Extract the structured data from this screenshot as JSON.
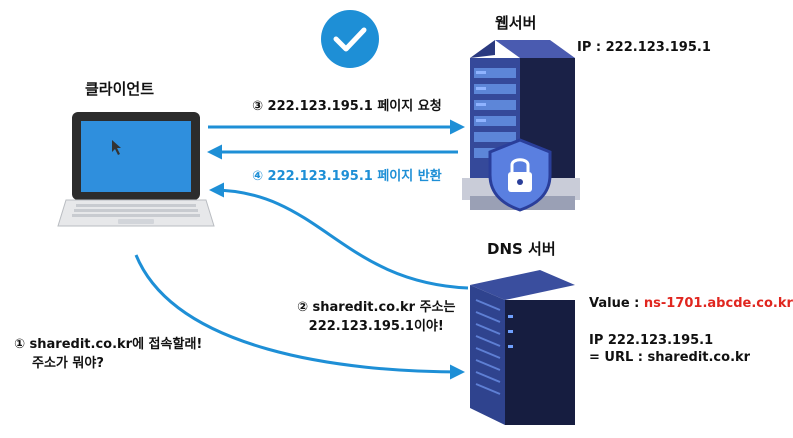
{
  "client": {
    "title": "클라이언트"
  },
  "web_server": {
    "title": "웹서버",
    "ip": "IP : 222.123.195.1"
  },
  "dns_server": {
    "title": "DNS 서버",
    "value_label": "Value : ",
    "value": "ns-1701.abcde.co.kr",
    "ip_line": "IP 222.123.195.1",
    "url_line": "= URL : sharedit.co.kr"
  },
  "steps": {
    "step1_line1": "① sharedit.co.kr에 접속할래!",
    "step1_line2": "주소가 뭐야?",
    "step2_line1": "② sharedit.co.kr 주소는",
    "step2_line2": "222.123.195.1이야!",
    "step3": "③  222.123.195.1 페이지 요청",
    "step4": "④  222.123.195.1 페이지 반환"
  },
  "icons": {
    "check": "check-circle-icon",
    "laptop": "laptop-icon",
    "web_server": "server-shield-icon",
    "dns_server": "server-tower-icon"
  },
  "colors": {
    "arrow": "#1e8fd6",
    "value_text": "#e0261f",
    "server_dark": "#1f2a55",
    "server_light": "#35499a"
  }
}
